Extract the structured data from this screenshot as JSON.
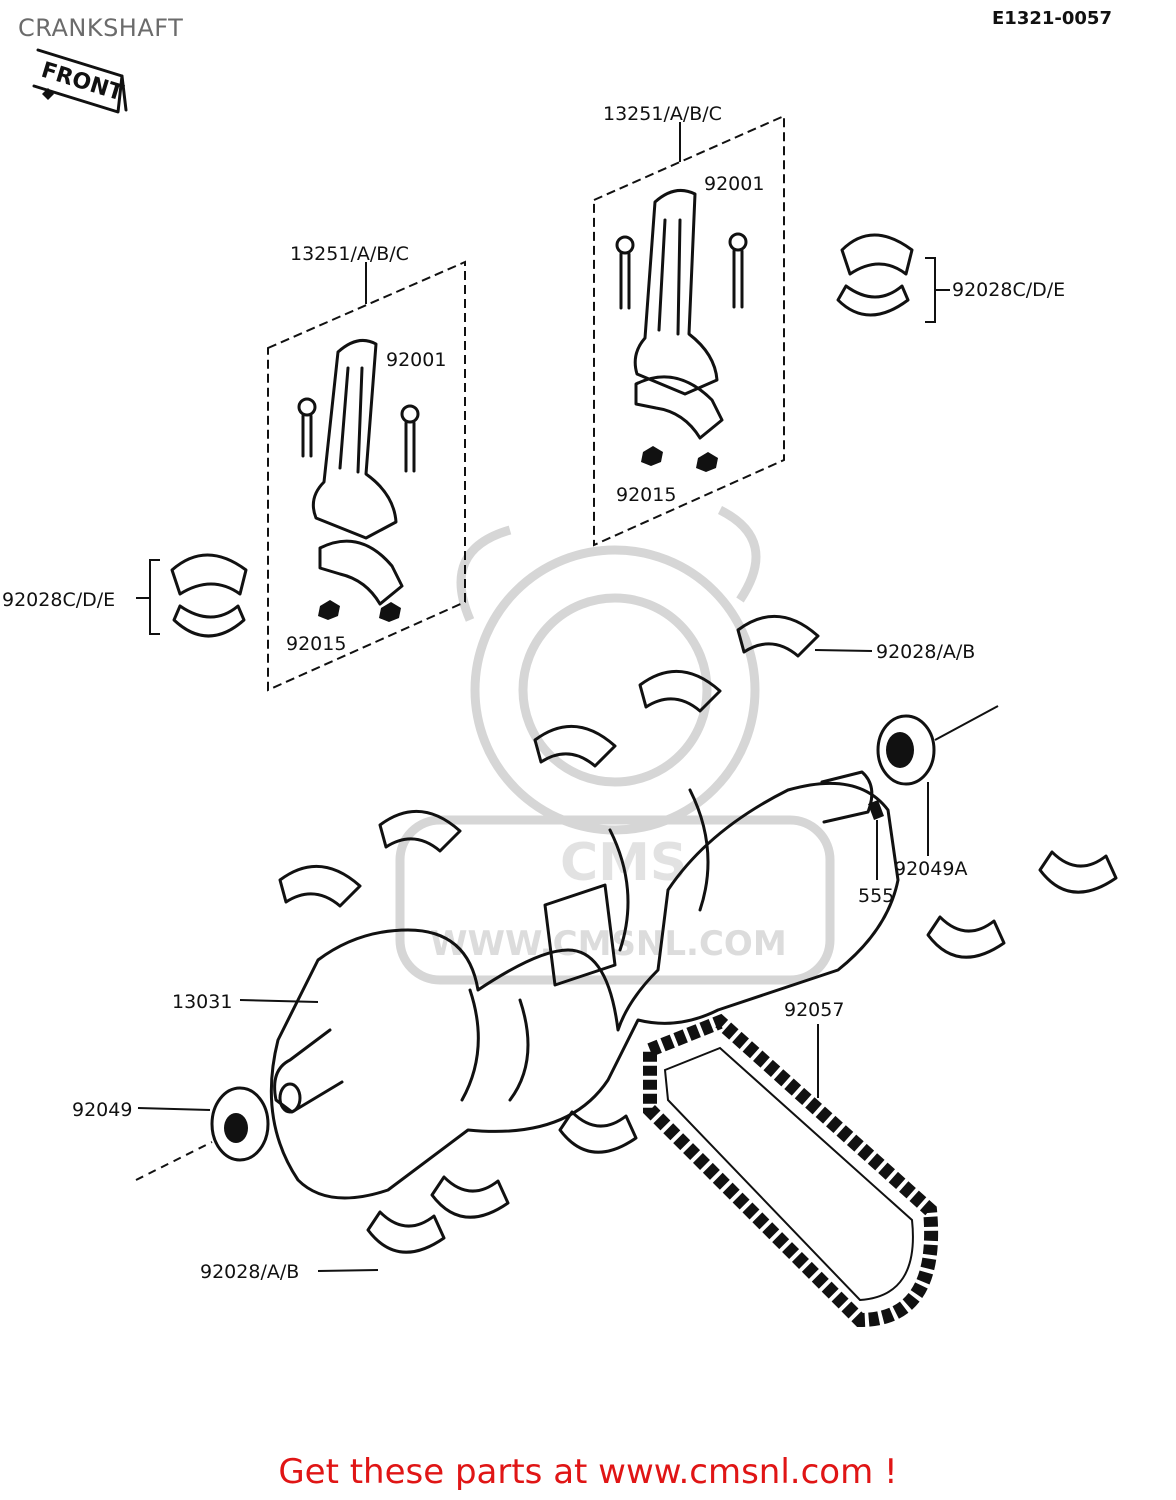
{
  "header": {
    "title": "CRANKSHAFT",
    "diagram_code": "E1321-0057"
  },
  "front_tag": {
    "text": "FRONT"
  },
  "watermark": {
    "text": "WWW.CMSNL.COM",
    "badge": "CMS"
  },
  "labels": {
    "conrod_assy_left": "13251/A/B/C",
    "conrod_assy_right": "13251/A/B/C",
    "bolt_left": "92001",
    "bolt_right": "92001",
    "nut_left": "92015",
    "nut_right": "92015",
    "rod_bearing_left": "92028C/D/E",
    "rod_bearing_right": "92028C/D/E",
    "main_bearing_upper": "92028/A/B",
    "main_bearing_lower": "92028/A/B",
    "oil_seal_right": "92049A",
    "key": "555",
    "crankshaft": "13031",
    "chain": "92057",
    "oil_seal_left": "92049"
  },
  "footer": {
    "text": "Get these parts at www.cmsnl.com !"
  },
  "colors": {
    "ink": "#111111",
    "title": "#6b6b6b",
    "footer": "#e01515",
    "watermark": "#d6d6d6"
  }
}
